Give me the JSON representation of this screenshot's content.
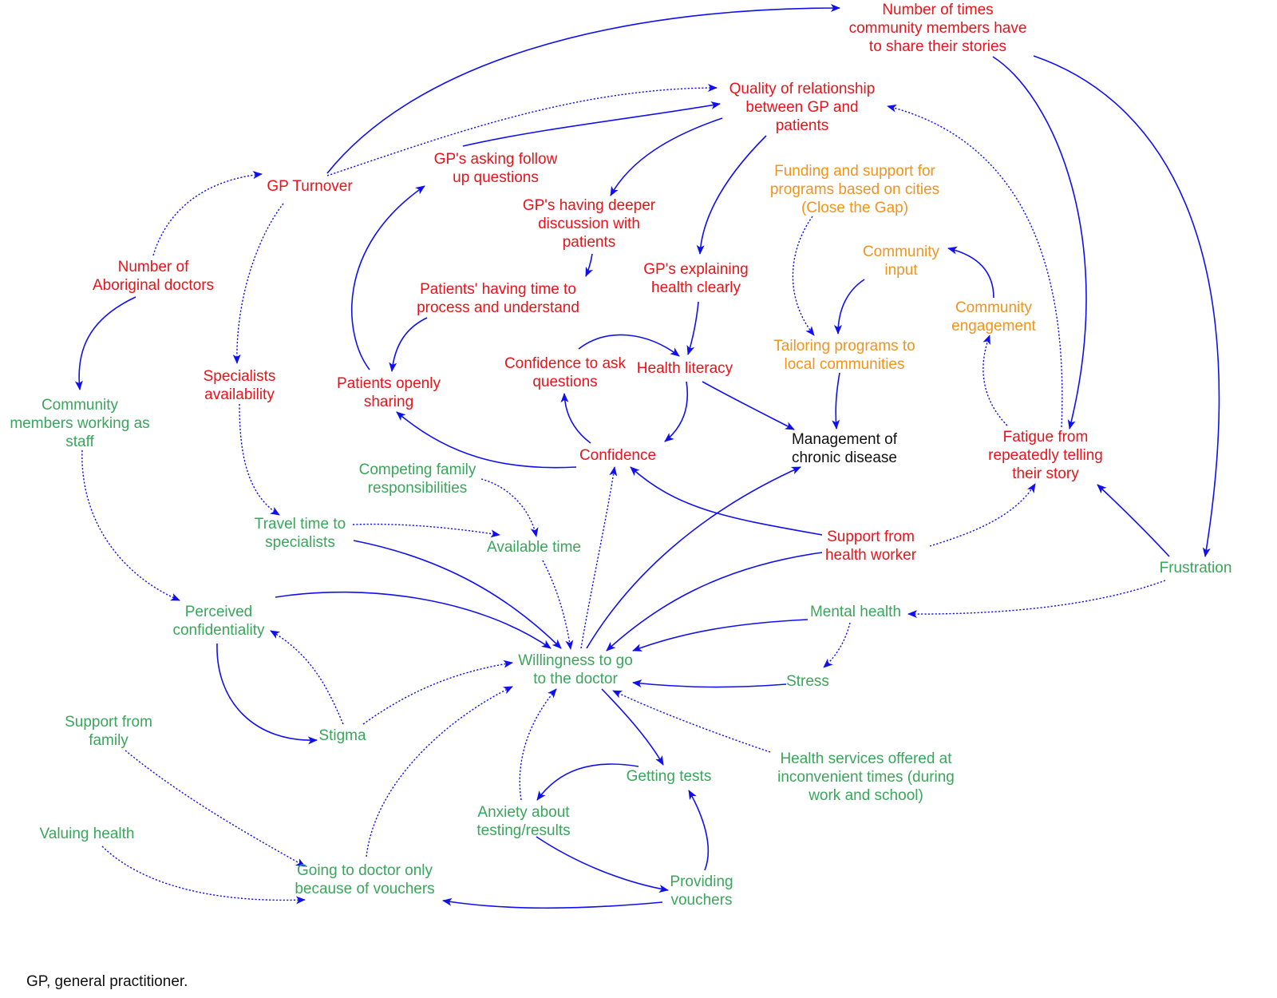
{
  "colors": {
    "red": "#e8141b",
    "orange": "#f2931e",
    "green": "#3aa65b",
    "black": "#111111",
    "arrow": "#1010ee"
  },
  "line_styles": {
    "solid": "solid",
    "dotted": "dotted"
  },
  "nodes": [
    {
      "id": "n_times_share",
      "color": "red",
      "lines": [
        "Number of times",
        "community members have",
        "to share their stories"
      ]
    },
    {
      "id": "n_quality_rel",
      "color": "red",
      "lines": [
        "Quality of relationship",
        "between GP and",
        "patients"
      ]
    },
    {
      "id": "n_gp_turnover",
      "color": "red",
      "lines": [
        "GP Turnover"
      ]
    },
    {
      "id": "n_gp_asking",
      "color": "red",
      "lines": [
        "GP's asking follow",
        "up questions"
      ]
    },
    {
      "id": "n_gp_deeper",
      "color": "red",
      "lines": [
        "GP's having deeper",
        "discussion with",
        "patients"
      ]
    },
    {
      "id": "n_funding",
      "color": "orange",
      "lines": [
        "Funding and support for",
        "programs based on cities",
        "(Close the Gap)"
      ]
    },
    {
      "id": "n_aboriginal_docs",
      "color": "red",
      "lines": [
        "Number of",
        "Aboriginal doctors"
      ]
    },
    {
      "id": "n_community_input",
      "color": "orange",
      "lines": [
        "Community",
        "input"
      ]
    },
    {
      "id": "n_gp_explaining",
      "color": "red",
      "lines": [
        "GP's explaining",
        "health clearly"
      ]
    },
    {
      "id": "n_patients_time",
      "color": "red",
      "lines": [
        "Patients' having time to",
        "process and understand"
      ]
    },
    {
      "id": "n_comm_engagement",
      "color": "orange",
      "lines": [
        "Community",
        "engagement"
      ]
    },
    {
      "id": "n_tailoring",
      "color": "orange",
      "lines": [
        "Tailoring programs to",
        "local communities"
      ]
    },
    {
      "id": "n_conf_ask",
      "color": "red",
      "lines": [
        "Confidence to ask",
        "questions"
      ]
    },
    {
      "id": "n_health_lit",
      "color": "red",
      "lines": [
        "Health literacy"
      ]
    },
    {
      "id": "n_specialists_av",
      "color": "red",
      "lines": [
        "Specialists",
        "availability"
      ]
    },
    {
      "id": "n_patients_open",
      "color": "red",
      "lines": [
        "Patients openly",
        "sharing"
      ]
    },
    {
      "id": "n_comm_staff",
      "color": "green",
      "lines": [
        "Community",
        "members working as",
        "staff"
      ]
    },
    {
      "id": "n_fatigue",
      "color": "red",
      "lines": [
        "Fatigue from",
        "repeatedly telling",
        "their story"
      ]
    },
    {
      "id": "n_management",
      "color": "black",
      "lines": [
        "Management of",
        "chronic disease"
      ]
    },
    {
      "id": "n_confidence",
      "color": "red",
      "lines": [
        "Confidence"
      ]
    },
    {
      "id": "n_competing",
      "color": "green",
      "lines": [
        "Competing family",
        "responsibilities"
      ]
    },
    {
      "id": "n_travel",
      "color": "green",
      "lines": [
        "Travel time to",
        "specialists"
      ]
    },
    {
      "id": "n_support_hw",
      "color": "red",
      "lines": [
        "Support from",
        "health worker"
      ]
    },
    {
      "id": "n_available",
      "color": "green",
      "lines": [
        "Available time"
      ]
    },
    {
      "id": "n_frustration",
      "color": "green",
      "lines": [
        "Frustration"
      ]
    },
    {
      "id": "n_perceived_conf",
      "color": "green",
      "lines": [
        "Perceived",
        "confidentiality"
      ]
    },
    {
      "id": "n_mental",
      "color": "green",
      "lines": [
        "Mental health"
      ]
    },
    {
      "id": "n_willingness",
      "color": "green",
      "lines": [
        "Willingness to go",
        "to the doctor"
      ]
    },
    {
      "id": "n_stress",
      "color": "green",
      "lines": [
        "Stress"
      ]
    },
    {
      "id": "n_support_family",
      "color": "green",
      "lines": [
        "Support from",
        "family"
      ]
    },
    {
      "id": "n_stigma",
      "color": "green",
      "lines": [
        "Stigma"
      ]
    },
    {
      "id": "n_health_services",
      "color": "green",
      "lines": [
        "Health services offered at",
        "inconvenient times (during",
        "work and school)"
      ]
    },
    {
      "id": "n_getting_tests",
      "color": "green",
      "lines": [
        "Getting tests"
      ]
    },
    {
      "id": "n_anxiety",
      "color": "green",
      "lines": [
        "Anxiety about",
        "testing/results"
      ]
    },
    {
      "id": "n_valuing",
      "color": "green",
      "lines": [
        "Valuing health"
      ]
    },
    {
      "id": "n_going_vouchers",
      "color": "green",
      "lines": [
        "Going to doctor only",
        "because of vouchers"
      ]
    },
    {
      "id": "n_providing",
      "color": "green",
      "lines": [
        "Providing",
        "vouchers"
      ]
    }
  ],
  "edges": [
    {
      "id": "e01",
      "from": "n_gp_turnover",
      "to": "n_times_share",
      "style": "solid"
    },
    {
      "id": "e02",
      "from": "n_gp_turnover",
      "to": "n_quality_rel",
      "style": "dotted"
    },
    {
      "id": "e03",
      "from": "n_gp_asking",
      "to": "n_quality_rel",
      "style": "solid"
    },
    {
      "id": "e04",
      "from": "n_quality_rel",
      "to": "n_gp_deeper",
      "style": "solid"
    },
    {
      "id": "e05",
      "from": "n_quality_rel",
      "to": "n_gp_explaining",
      "style": "solid"
    },
    {
      "id": "e06",
      "from": "n_fatigue",
      "to": "n_quality_rel",
      "style": "dotted"
    },
    {
      "id": "e07",
      "from": "n_times_share",
      "to": "n_fatigue",
      "style": "solid"
    },
    {
      "id": "e08",
      "from": "n_times_share",
      "to": "n_frustration",
      "style": "solid"
    },
    {
      "id": "e09",
      "from": "n_aboriginal_docs",
      "to": "n_gp_turnover",
      "style": "dotted"
    },
    {
      "id": "e10",
      "from": "n_aboriginal_docs",
      "to": "n_comm_staff",
      "style": "solid"
    },
    {
      "id": "e11",
      "from": "n_gp_turnover",
      "to": "n_specialists_av",
      "style": "dotted"
    },
    {
      "id": "e12",
      "from": "n_gp_deeper",
      "to": "n_patients_time",
      "style": "solid"
    },
    {
      "id": "e13",
      "from": "n_patients_time",
      "to": "n_patients_open",
      "style": "solid"
    },
    {
      "id": "e14",
      "from": "n_patients_open",
      "to": "n_gp_asking",
      "style": "solid"
    },
    {
      "id": "e15",
      "from": "n_gp_explaining",
      "to": "n_health_lit",
      "style": "solid"
    },
    {
      "id": "e16",
      "from": "n_conf_ask",
      "to": "n_health_lit",
      "style": "solid"
    },
    {
      "id": "e17",
      "from": "n_health_lit",
      "to": "n_confidence",
      "style": "solid"
    },
    {
      "id": "e18",
      "from": "n_health_lit",
      "to": "n_management",
      "style": "solid"
    },
    {
      "id": "e19",
      "from": "n_confidence",
      "to": "n_conf_ask",
      "style": "solid"
    },
    {
      "id": "e20",
      "from": "n_confidence",
      "to": "n_patients_open",
      "style": "solid"
    },
    {
      "id": "e21",
      "from": "n_funding",
      "to": "n_tailoring",
      "style": "dotted"
    },
    {
      "id": "e22",
      "from": "n_community_input",
      "to": "n_tailoring",
      "style": "solid"
    },
    {
      "id": "e23",
      "from": "n_tailoring",
      "to": "n_management",
      "style": "solid"
    },
    {
      "id": "e24",
      "from": "n_comm_engagement",
      "to": "n_community_input",
      "style": "solid"
    },
    {
      "id": "e25",
      "from": "n_fatigue",
      "to": "n_comm_engagement",
      "style": "dotted"
    },
    {
      "id": "e26",
      "from": "n_frustration",
      "to": "n_fatigue",
      "style": "solid"
    },
    {
      "id": "e27",
      "from": "n_support_hw",
      "to": "n_fatigue",
      "style": "dotted"
    },
    {
      "id": "e28",
      "from": "n_support_hw",
      "to": "n_confidence",
      "style": "solid"
    },
    {
      "id": "e29",
      "from": "n_support_hw",
      "to": "n_willingness",
      "style": "solid"
    },
    {
      "id": "e30",
      "from": "n_willingness",
      "to": "n_management",
      "style": "solid"
    },
    {
      "id": "e31",
      "from": "n_willingness",
      "to": "n_confidence",
      "style": "dotted"
    },
    {
      "id": "e32",
      "from": "n_specialists_av",
      "to": "n_travel",
      "style": "dotted"
    },
    {
      "id": "e33",
      "from": "n_travel",
      "to": "n_available",
      "style": "dotted"
    },
    {
      "id": "e34",
      "from": "n_competing",
      "to": "n_available",
      "style": "dotted"
    },
    {
      "id": "e35",
      "from": "n_available",
      "to": "n_willingness",
      "style": "dotted"
    },
    {
      "id": "e36",
      "from": "n_travel",
      "to": "n_willingness",
      "style": "solid"
    },
    {
      "id": "e37",
      "from": "n_comm_staff",
      "to": "n_perceived_conf",
      "style": "dotted"
    },
    {
      "id": "e38",
      "from": "n_perceived_conf",
      "to": "n_willingness",
      "style": "solid"
    },
    {
      "id": "e39",
      "from": "n_perceived_conf",
      "to": "n_stigma",
      "style": "solid"
    },
    {
      "id": "e40",
      "from": "n_stigma",
      "to": "n_perceived_conf",
      "style": "dotted"
    },
    {
      "id": "e41",
      "from": "n_stigma",
      "to": "n_willingness",
      "style": "dotted"
    },
    {
      "id": "e42",
      "from": "n_frustration",
      "to": "n_mental",
      "style": "dotted"
    },
    {
      "id": "e43",
      "from": "n_mental",
      "to": "n_willingness",
      "style": "solid"
    },
    {
      "id": "e44",
      "from": "n_mental",
      "to": "n_stress",
      "style": "dotted"
    },
    {
      "id": "e45",
      "from": "n_stress",
      "to": "n_willingness",
      "style": "solid"
    },
    {
      "id": "e46",
      "from": "n_health_services",
      "to": "n_willingness",
      "style": "dotted"
    },
    {
      "id": "e47",
      "from": "n_willingness",
      "to": "n_getting_tests",
      "style": "solid"
    },
    {
      "id": "e48",
      "from": "n_getting_tests",
      "to": "n_anxiety",
      "style": "solid"
    },
    {
      "id": "e49",
      "from": "n_anxiety",
      "to": "n_willingness",
      "style": "dotted"
    },
    {
      "id": "e50",
      "from": "n_anxiety",
      "to": "n_providing",
      "style": "solid"
    },
    {
      "id": "e51",
      "from": "n_providing",
      "to": "n_getting_tests",
      "style": "solid"
    },
    {
      "id": "e52",
      "from": "n_providing",
      "to": "n_going_vouchers",
      "style": "solid"
    },
    {
      "id": "e53",
      "from": "n_going_vouchers",
      "to": "n_willingness",
      "style": "dotted"
    },
    {
      "id": "e54",
      "from": "n_support_family",
      "to": "n_going_vouchers",
      "style": "dotted"
    },
    {
      "id": "e55",
      "from": "n_valuing",
      "to": "n_going_vouchers",
      "style": "dotted"
    }
  ],
  "footnote": "GP, general practitioner."
}
